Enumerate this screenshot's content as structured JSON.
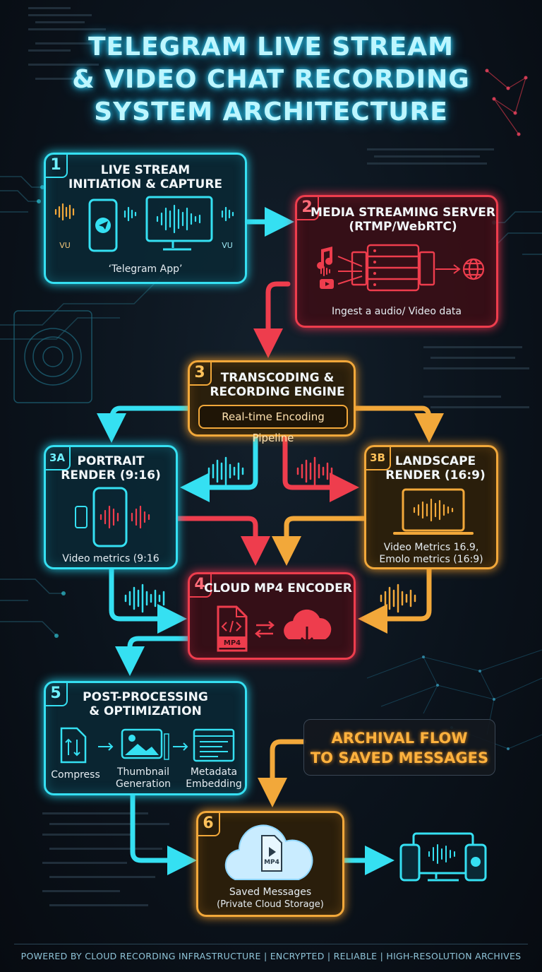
{
  "title": {
    "line1": "TELEGRAM LIVE STREAM",
    "line2": "& VIDEO CHAT RECORDING",
    "line3": "SYSTEM ARCHITECTURE"
  },
  "step1": {
    "num": "1",
    "title_line1": "LIVE STREAM",
    "title_line2": "INITIATION & CAPTURE",
    "caption": "‘Telegram App’",
    "vu_left": "VU",
    "vu_right": "VU"
  },
  "step2": {
    "num": "2",
    "title_line1": "MEDIA STREAMING SERVER",
    "title_line2": "(RTMP/WebRTC)",
    "caption": "Ingest a audio/ Video data"
  },
  "step3": {
    "num": "3",
    "title_line1": "TRANSCODING &",
    "title_line2": "RECORDING ENGINE",
    "pill": "Real-time Encoding Pipeline"
  },
  "step3a": {
    "num": "3A",
    "title_line1": "PORTRAIT",
    "title_line2": "RENDER (9:16)",
    "caption": "Video metrics (9:16"
  },
  "step3b": {
    "num": "3B",
    "title_line1": "LANDSCAPE",
    "title_line2": "RENDER (16:9)",
    "caption_line1": "Video Metrics 16.9,",
    "caption_line2": "Emolo metrics (16:9)"
  },
  "step4": {
    "num": "4",
    "title": "CLOUD MP4 ENCODER",
    "file_label": "MP4"
  },
  "step5": {
    "num": "5",
    "title_line1": "POST-PROCESSING",
    "title_line2": "& OPTIMIZATION",
    "items": [
      {
        "label_line1": "Compress",
        "label_line2": ""
      },
      {
        "label_line1": "Thumbnail",
        "label_line2": "Generation"
      },
      {
        "label_line1": "Metadata",
        "label_line2": "Embedding"
      }
    ]
  },
  "archival": {
    "line1": "ARCHIVAL FLOW",
    "line2": "TO SAVED MESSAGES"
  },
  "step6": {
    "num": "6",
    "file_label": "MP4",
    "caption_line1": "Saved Messages",
    "caption_line2": "(Private Cloud Storage)"
  },
  "footer": "POWERED BY CLOUD RECORDING INFRASTRUCTURE | ENCRYPTED | RELIABLE | HIGH-RESOLUTION ARCHIVES",
  "colors": {
    "cyan": "#35e0f2",
    "red": "#ee3d4d",
    "amber": "#f2a83a",
    "title_glow": "#2fd6ff"
  }
}
